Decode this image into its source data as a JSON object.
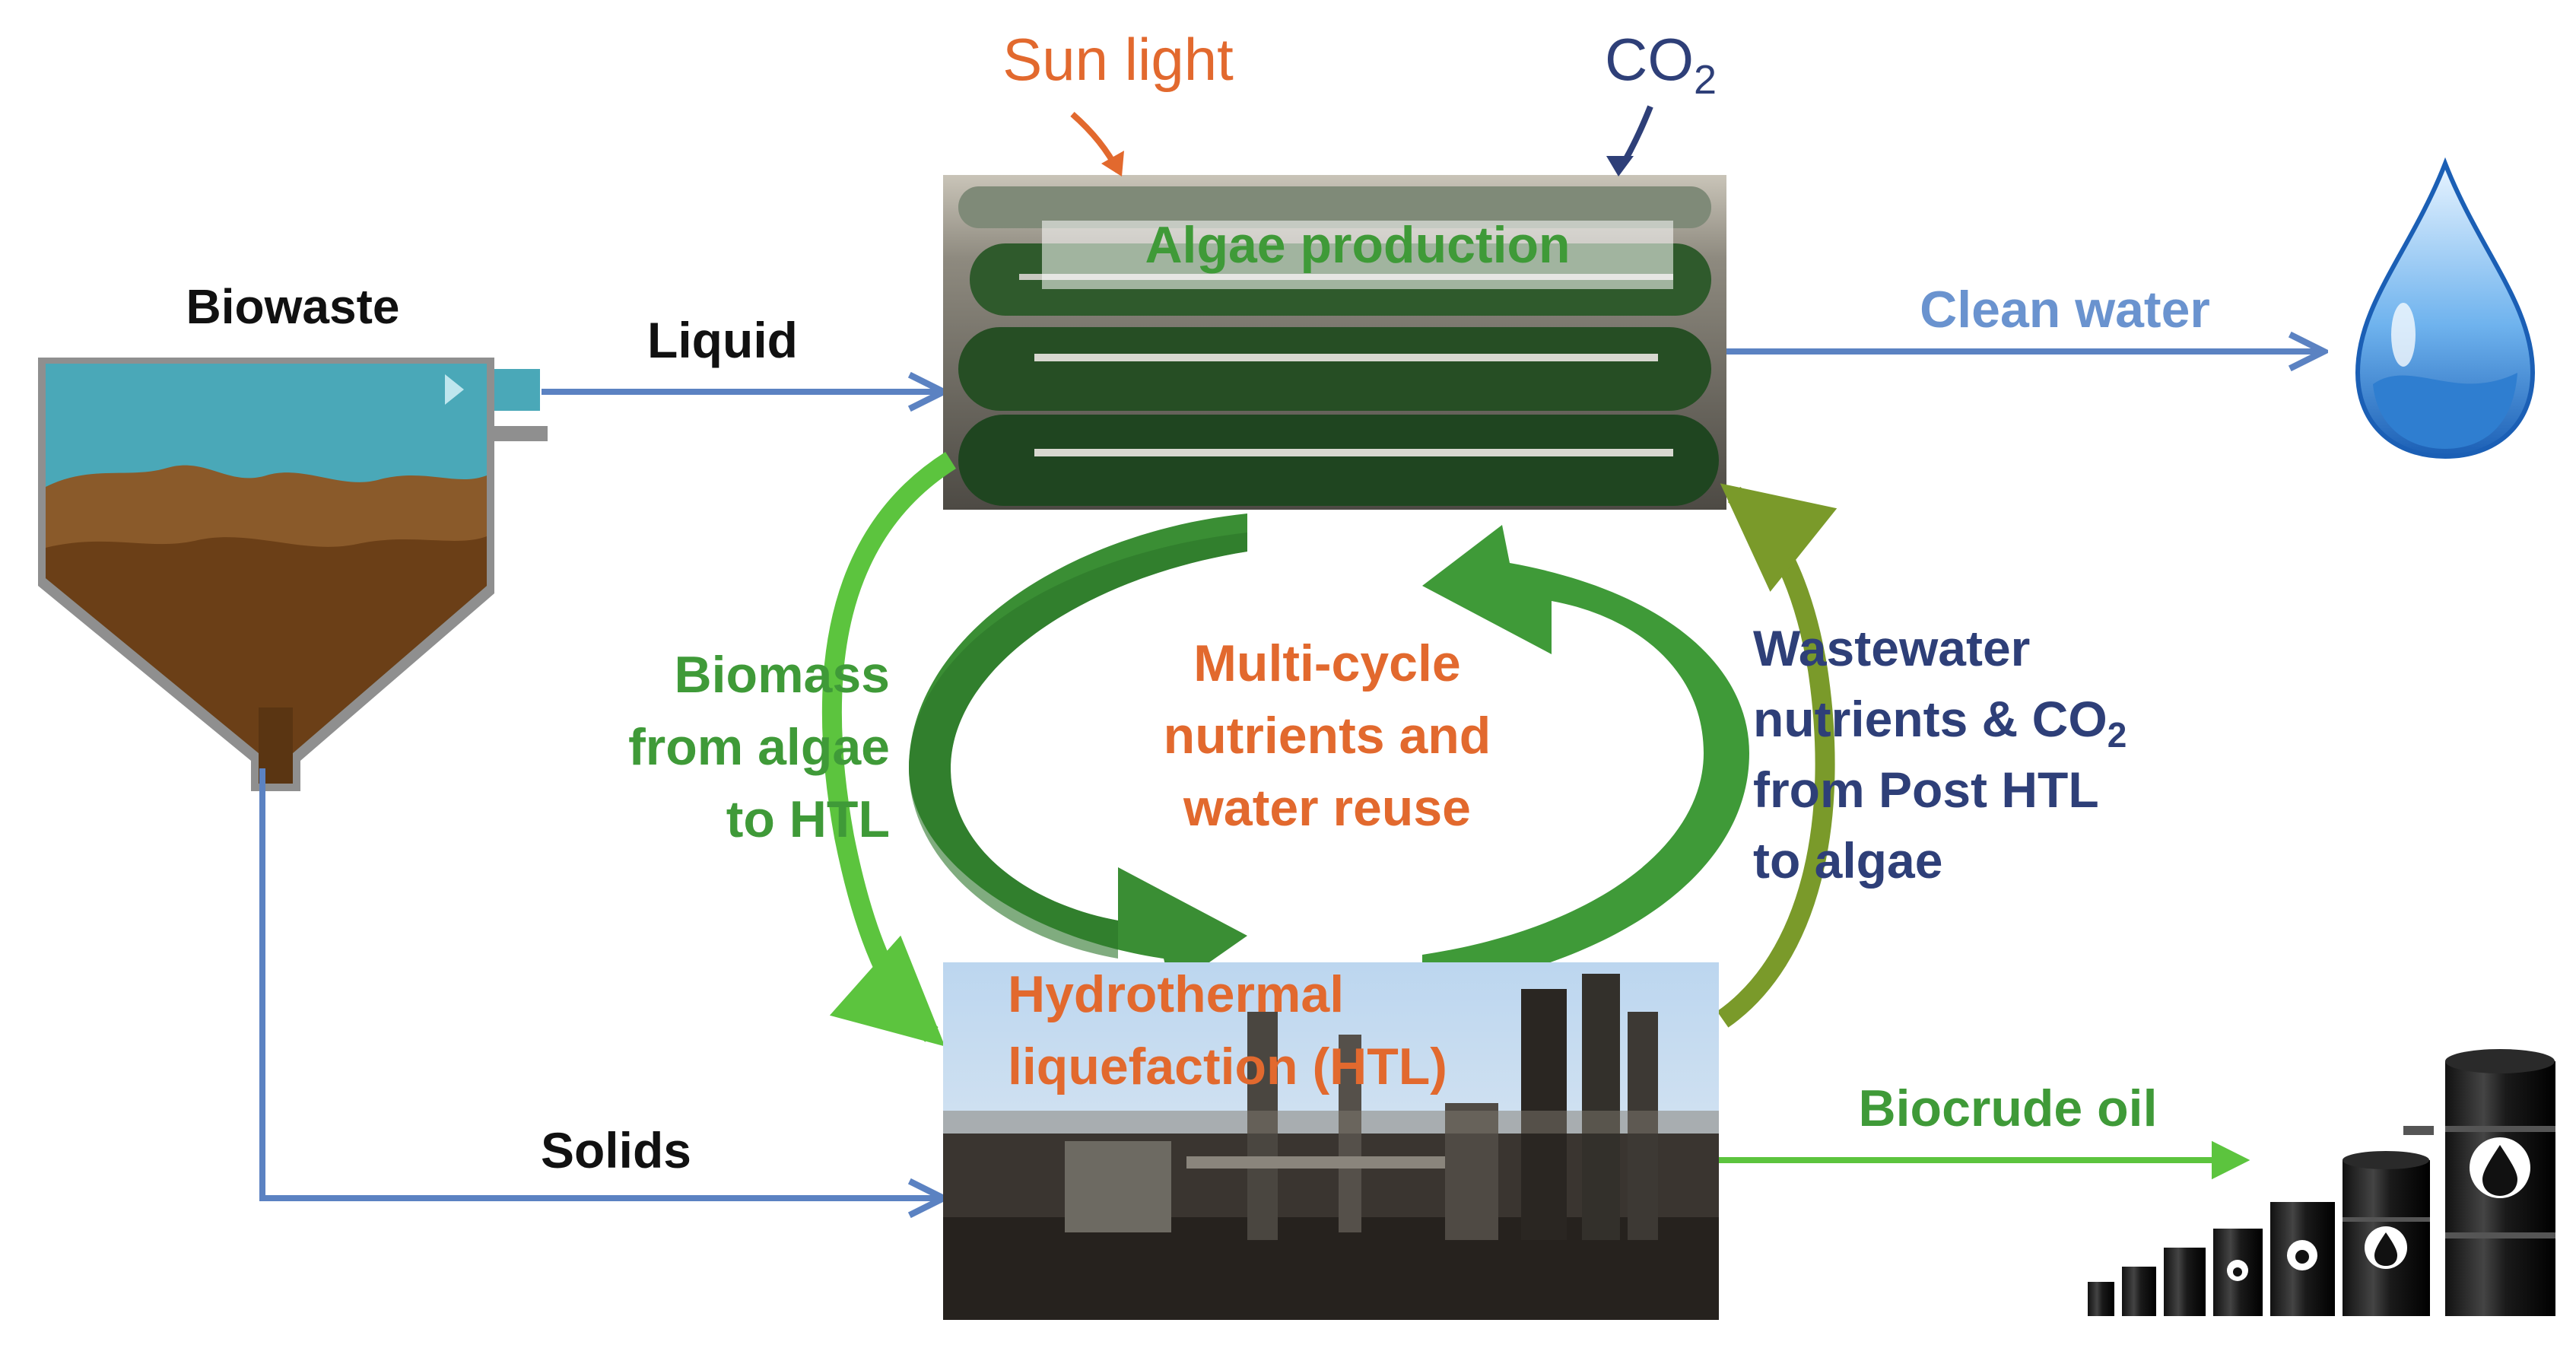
{
  "labels": {
    "biowaste": "Biowaste",
    "liquid": "Liquid",
    "solids": "Solids",
    "sun_light": "Sun light",
    "co2_top": "CO",
    "co2_top_sub": "2",
    "algae_production": "Algae production",
    "clean_water": "Clean water",
    "biomass": [
      "Biomass",
      "from algae",
      "to HTL"
    ],
    "multicycle": [
      "Multi-cycle",
      "nutrients and",
      "water reuse"
    ],
    "wastewater_line1": "Wastewater",
    "wastewater_line2": "nutrients & CO",
    "wastewater_line2_sub": "2",
    "wastewater_line3": "from Post HTL",
    "wastewater_line4": "to algae",
    "htl": [
      "Hydrothermal",
      "liquefaction (HTL)"
    ],
    "biocrude_oil": "Biocrude oil"
  },
  "colors": {
    "flow_blue": "#5b82c2",
    "green": "#3f9a38",
    "light_green": "#5cc43e",
    "olive": "#7a9a2a",
    "orange": "#e2692e",
    "navy": "#2e3f78",
    "water_blue": "#2f7ed0",
    "soil_brown": "#7a4a1e",
    "tank_water": "#4aa8b8"
  },
  "icons": {
    "water_drop": "water-drop-icon",
    "oil_barrels": "oil-barrels-icon",
    "settling_tank": "settling-tank-icon",
    "algae_ponds": "algae-ponds-photo",
    "refinery": "htl-refinery-photo"
  }
}
